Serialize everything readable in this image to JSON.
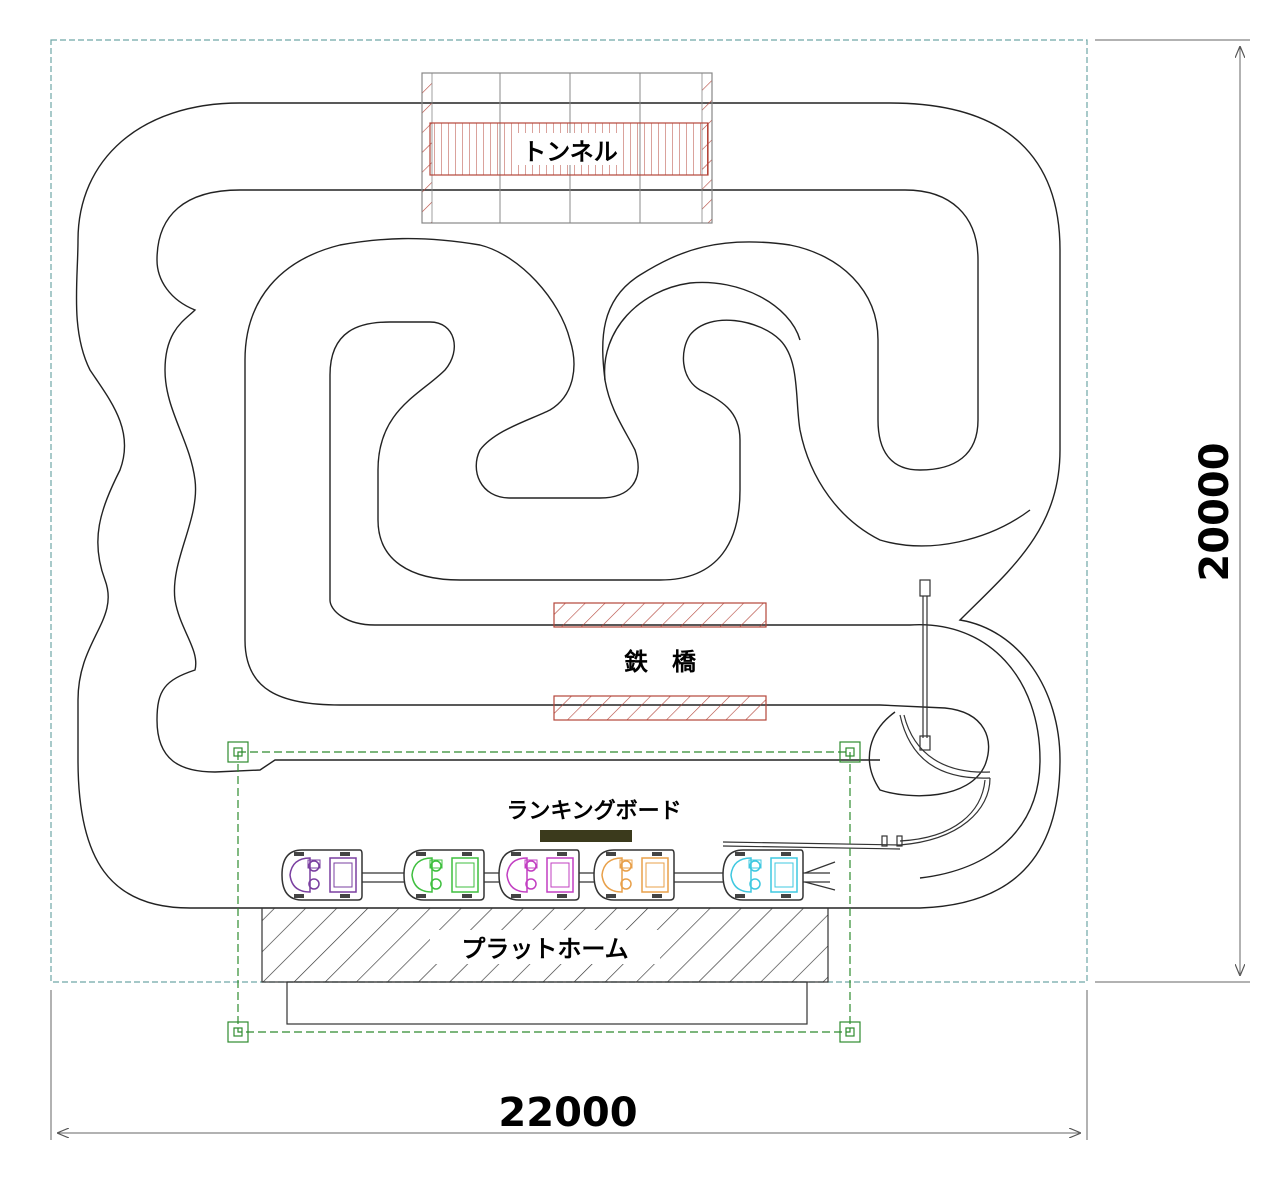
{
  "labels": {
    "tunnel": "トンネル",
    "bridge": "鉄　橋",
    "ranking_board": "ランキングボード",
    "platform": "プラットホーム"
  },
  "dimensions": {
    "width": "22000",
    "height": "20000"
  },
  "colors": {
    "track": "#222222",
    "hatch_red": "#b4453a",
    "guide_green": "#2e8b2e",
    "boundary": "#6fa6a6",
    "board": "#3b3a1c",
    "car_colors": [
      "#7a3fa0",
      "#3fbf3f",
      "#c23fc2",
      "#e8a04a",
      "#3fc8e0"
    ]
  },
  "cars": [
    {
      "color": "#7a3fa0"
    },
    {
      "color": "#3fbf3f"
    },
    {
      "color": "#c23fc2"
    },
    {
      "color": "#e8a04a"
    },
    {
      "color": "#3fc8e0"
    }
  ]
}
